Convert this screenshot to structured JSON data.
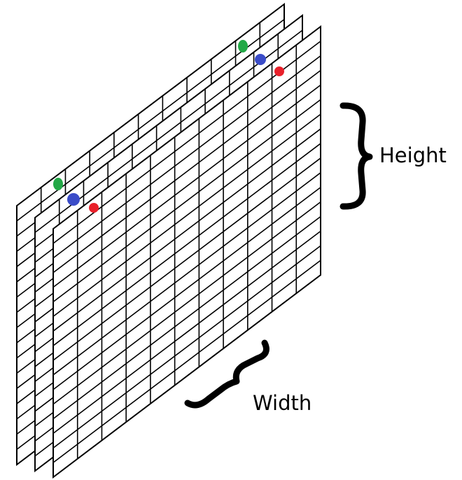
{
  "labels": {
    "height": "Height",
    "width": "Width"
  },
  "layers": [
    {
      "name": "back-layer",
      "channel": "green",
      "color": "#22a846"
    },
    {
      "name": "middle-layer",
      "channel": "blue",
      "color": "#3a4cc8"
    },
    {
      "name": "front-layer",
      "channel": "red",
      "color": "#e8202a"
    }
  ],
  "grid": {
    "columns": 11,
    "rows": 17
  }
}
